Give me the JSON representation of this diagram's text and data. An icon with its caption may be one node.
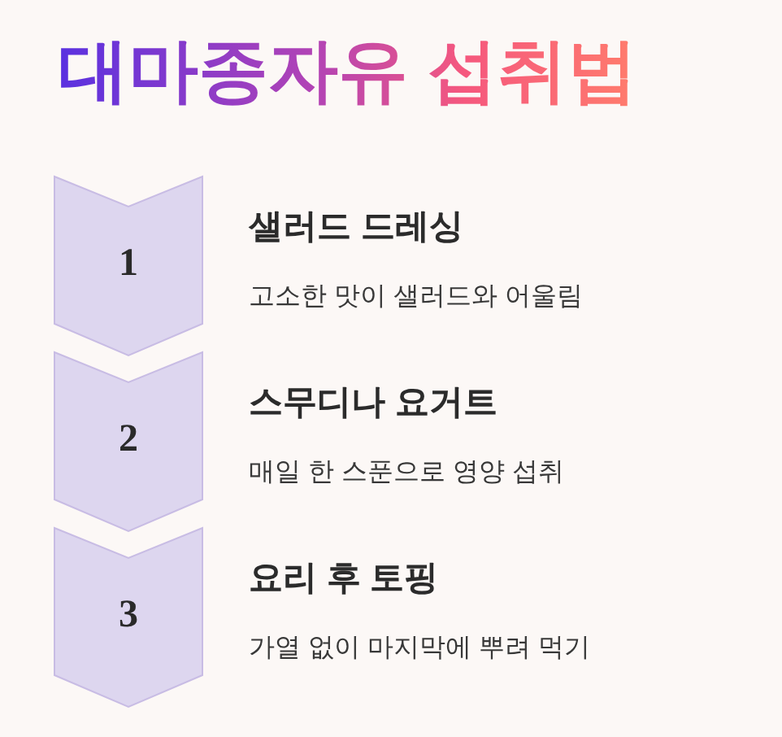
{
  "diagram": {
    "title": "대마종자유 섭취법",
    "nodes": [
      {
        "text": [
          "1"
        ],
        "beside": [
          "샐러드 드레싱",
          "고소한 맛이 샐러드와 어울림"
        ]
      },
      {
        "text": [
          "2"
        ],
        "beside": [
          "스무디나 요거트",
          "매일 한 스푼으로 영양 섭취"
        ]
      },
      {
        "text": [
          "3"
        ],
        "beside": [
          "요리 후 토핑",
          "가열 없이 마지막에 뿌려 먹기"
        ]
      }
    ]
  }
}
